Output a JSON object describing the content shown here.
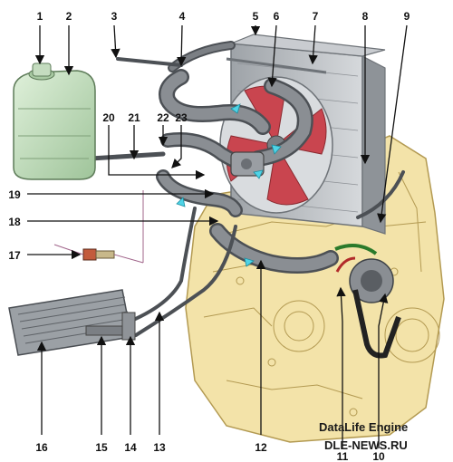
{
  "callouts": [
    "1",
    "2",
    "3",
    "4",
    "5",
    "6",
    "7",
    "8",
    "9",
    "10",
    "11",
    "12",
    "13",
    "14",
    "15",
    "16",
    "17",
    "18",
    "19",
    "20",
    "21",
    "22",
    "23"
  ],
  "watermark": {
    "line1": "DataLife Engine",
    "line2": "DLE-NEWS.RU"
  },
  "colors": {
    "engine": "#f3e3a9",
    "engine_line": "#b39a52",
    "hose": "#7b7f84",
    "hose_dark": "#4c5055",
    "radiator": "#b8bcc0",
    "fan": "#c9454f",
    "tank": "#c7e3c2",
    "flow_arrow": "#4fd3e6",
    "leader": "#111111"
  }
}
